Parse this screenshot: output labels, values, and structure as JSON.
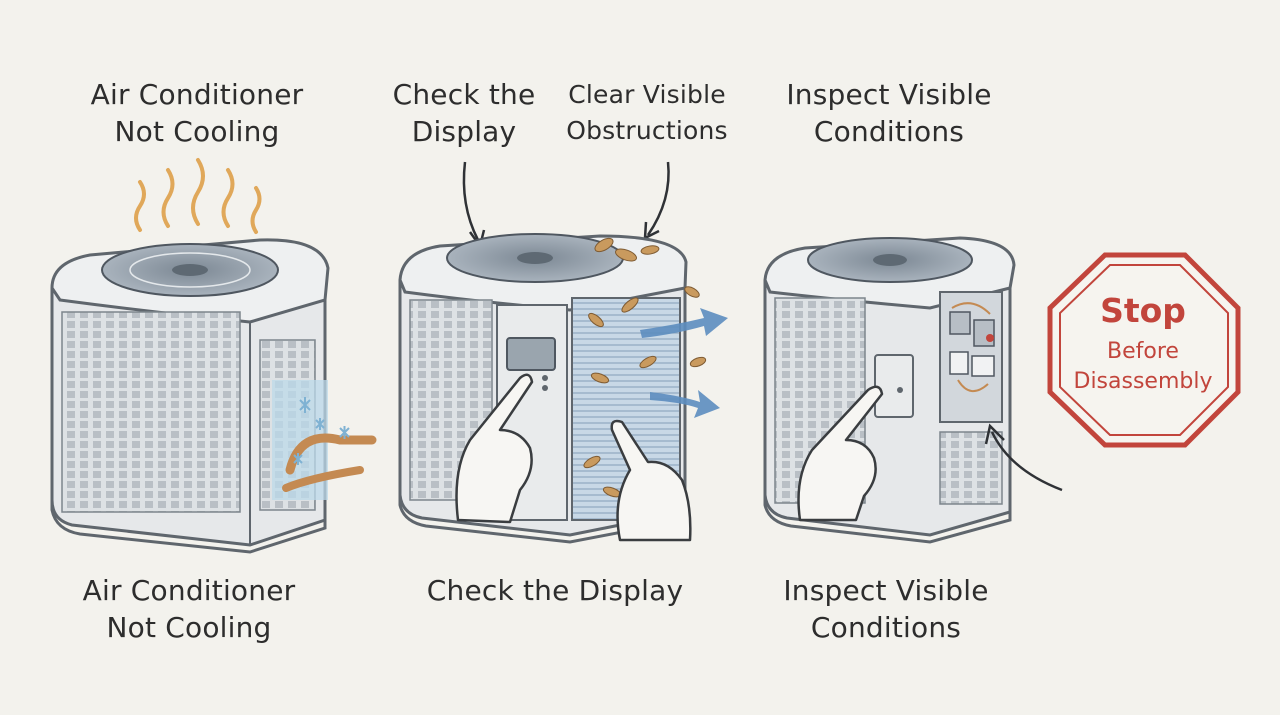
{
  "steps": [
    {
      "top_label": [
        "Air Conditioner",
        "Not Cooling"
      ],
      "bottom_label": [
        "Air Conditioner",
        "Not Cooling"
      ]
    },
    {
      "top_label": [
        "Check the",
        "Display"
      ],
      "side_label": [
        "Clear Visible",
        "Obstructions"
      ],
      "bottom_label": [
        "Check the Display"
      ]
    },
    {
      "top_label": [
        "Inspect Visible",
        "Conditions"
      ],
      "bottom_label": [
        "Inspect Visible",
        "Conditions"
      ]
    }
  ],
  "stop_sign": {
    "title": "Stop",
    "line1": "Before",
    "line2": "Disassembly"
  },
  "colors": {
    "background": "#f3f2ed",
    "unit_body": "#e6e8ea",
    "unit_outline": "#5f666d",
    "frost": "#bcd9ea",
    "copper": "#c48a52",
    "heat": "#e0a85a",
    "leaf": "#c99a5e",
    "arrow_blue": "#5c8dbf",
    "stop_red": "#c2453c"
  },
  "icons": [
    "heat-waves-icon",
    "frost-icon",
    "leaf-icon",
    "airflow-arrow-icon",
    "pointing-hand-icon",
    "stop-sign-icon"
  ]
}
